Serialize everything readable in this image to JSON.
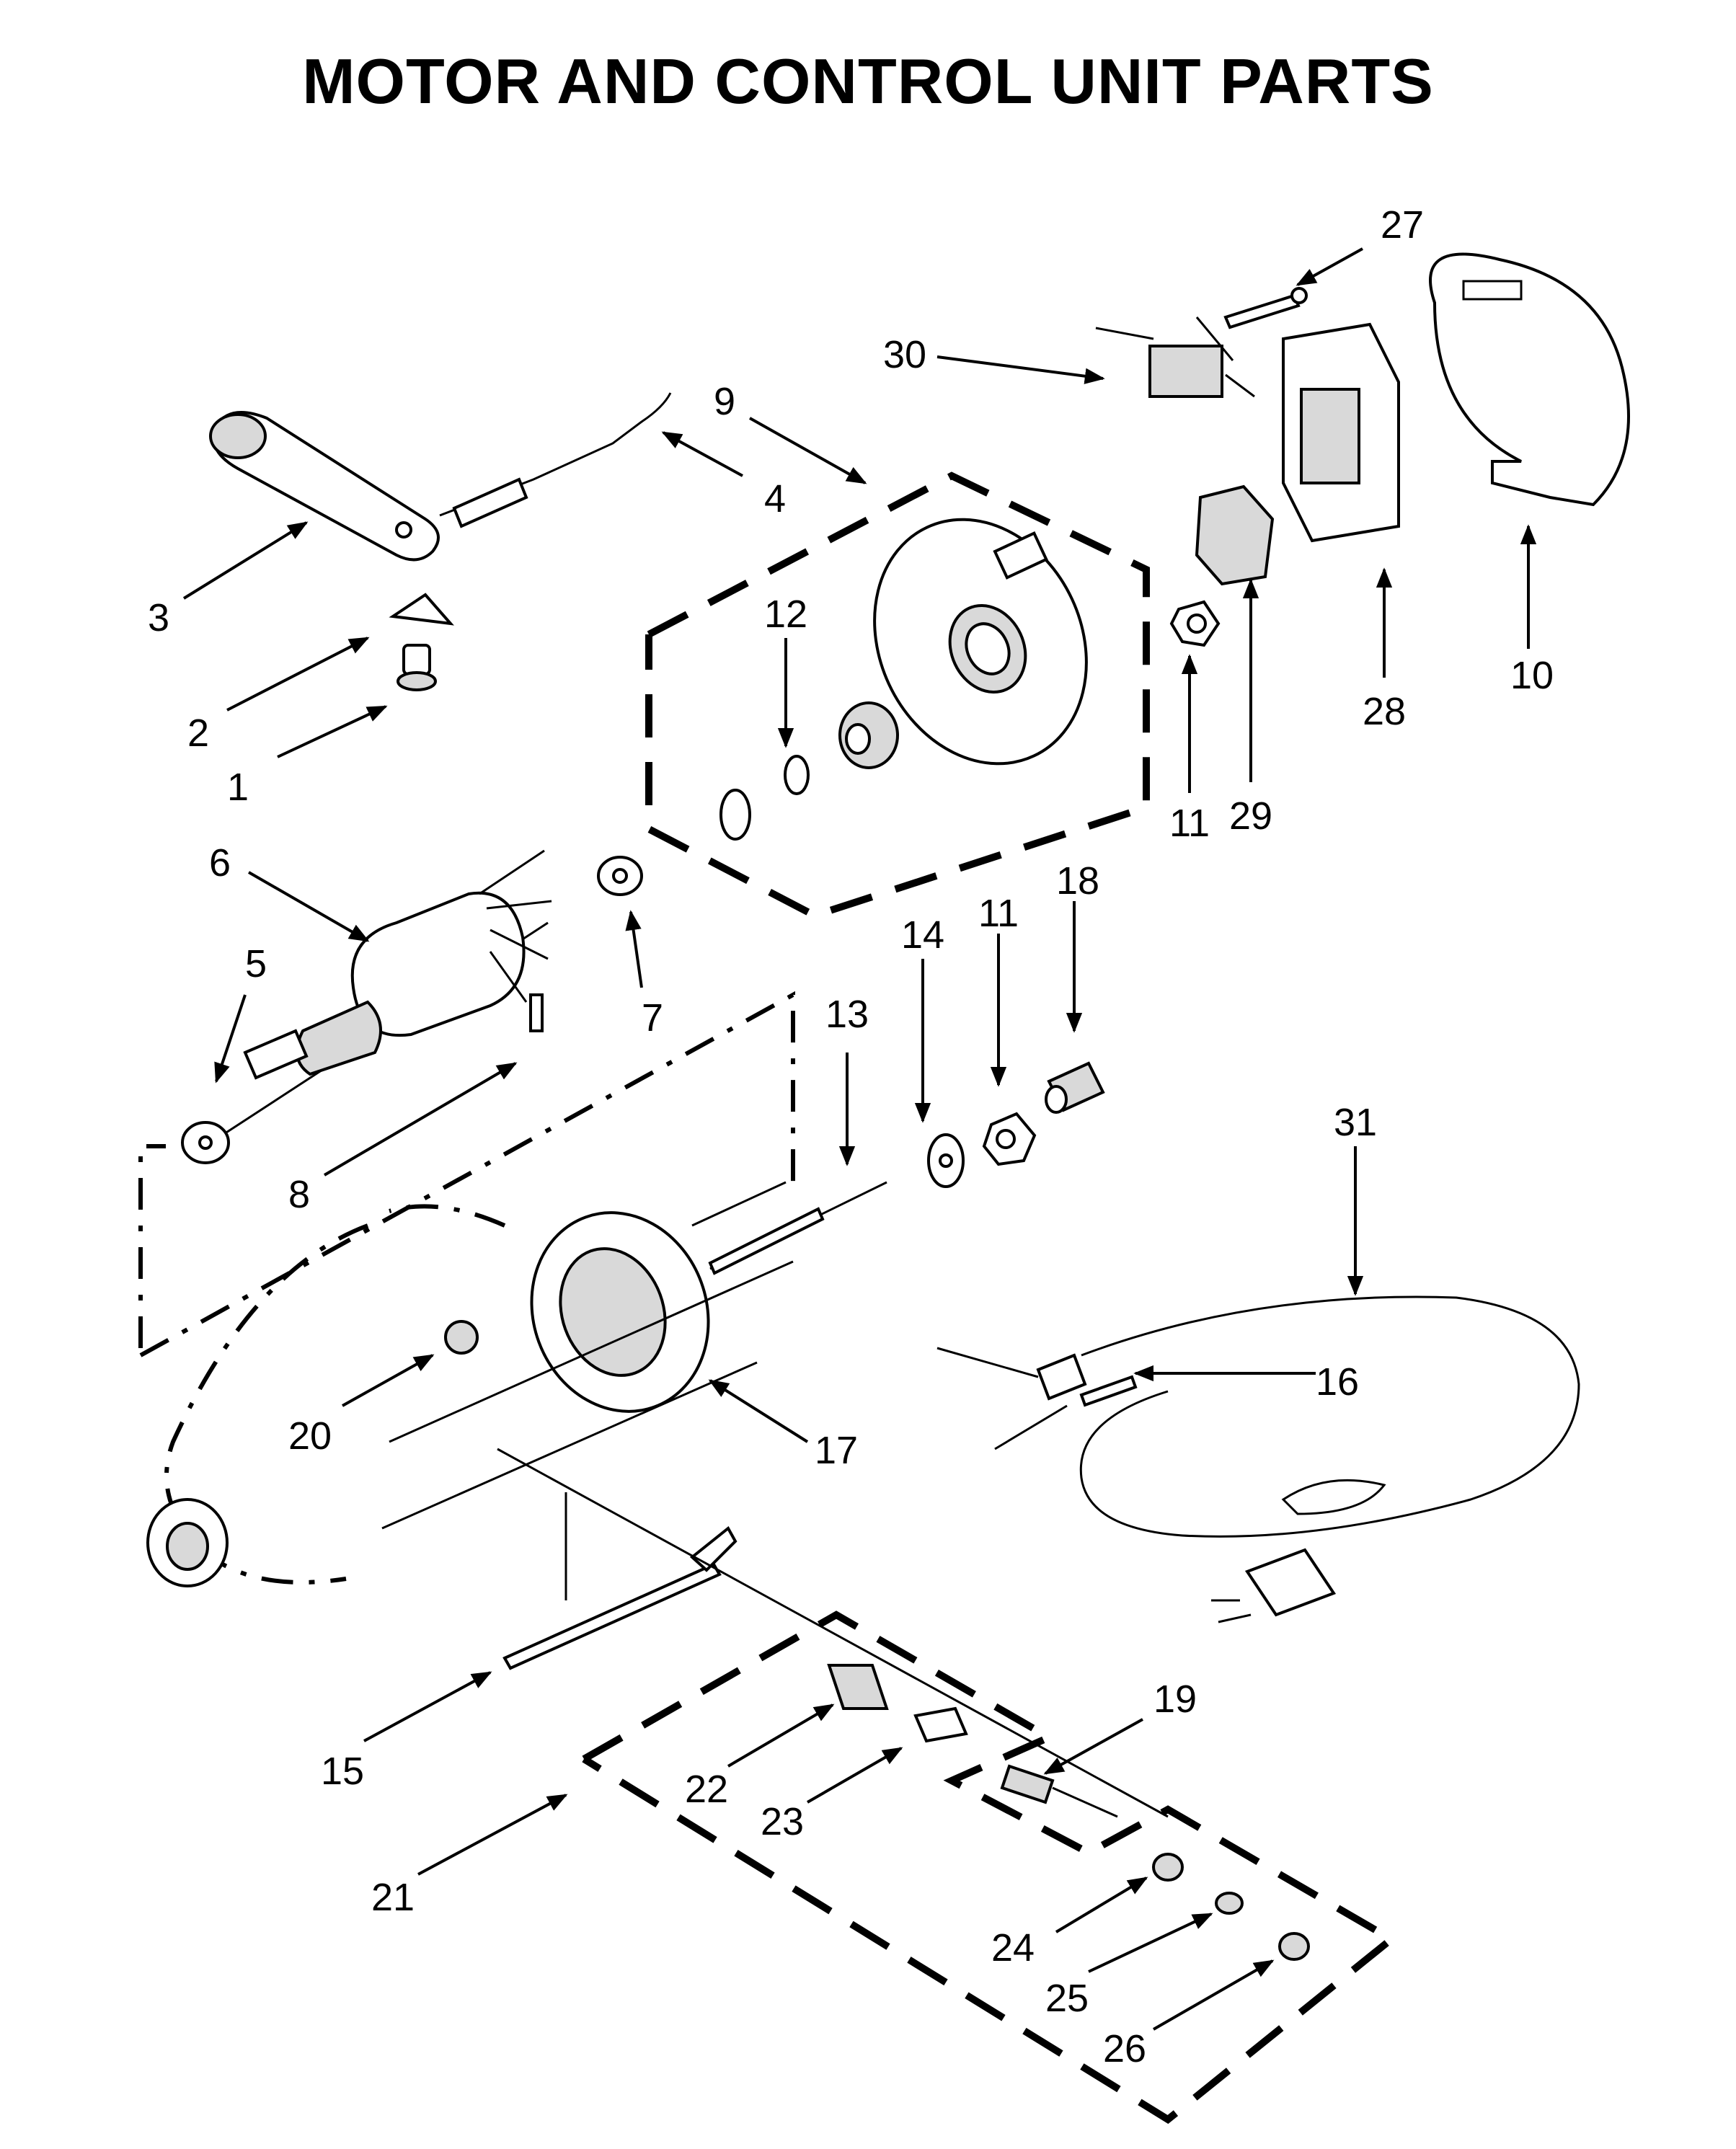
{
  "title": "MOTOR AND CONTROL UNIT PARTS",
  "callouts": {
    "c1": "1",
    "c2": "2",
    "c3": "3",
    "c4": "4",
    "c5": "5",
    "c6": "6",
    "c7": "7",
    "c8": "8",
    "c9": "9",
    "c10": "10",
    "c11a": "11",
    "c11b": "11",
    "c12": "12",
    "c13": "13",
    "c14": "14",
    "c15": "15",
    "c16": "16",
    "c17": "17",
    "c18": "18",
    "c19": "19",
    "c20": "20",
    "c21": "21",
    "c22": "22",
    "c23": "23",
    "c24": "24",
    "c25": "25",
    "c26": "26",
    "c27": "27",
    "c28": "28",
    "c29": "29",
    "c30": "30",
    "c31": "31"
  }
}
